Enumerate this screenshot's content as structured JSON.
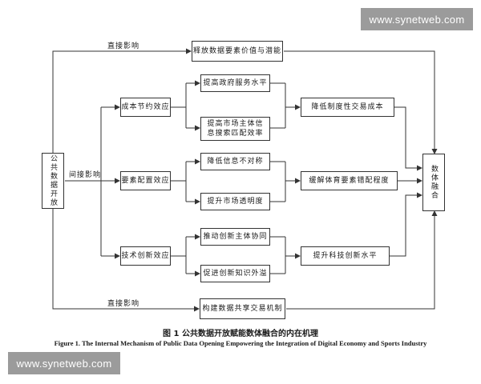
{
  "watermark_top": "www.synetweb.com",
  "watermark_bottom": "www.synetweb.com",
  "nodes": {
    "source": "公共数据开放",
    "target": "数体融合",
    "top_release": "释放数据要素价值与潜能",
    "bottom_build": "构建数据共享交易机制",
    "cost_effect": "成本节约效应",
    "alloc_effect": "要素配置效应",
    "tech_effect": "技术创新效应",
    "gov_service": "提高政府服务水平",
    "match_eff": "提高市场主体信息搜索匹配效率",
    "info_asym": "降低信息不对称",
    "transparency": "提升市场透明度",
    "innov_subject": "推动创新主体协同",
    "knowledge_spill": "促进创新知识外溢",
    "cost_reduce": "降低制度性交易成本",
    "mismatch": "缓解体育要素错配程度",
    "tech_level": "提升科技创新水平"
  },
  "edge_labels": {
    "direct_top": "直接影响",
    "indirect": "间接影响",
    "direct_bottom": "直接影响"
  },
  "caption": {
    "cn": "图 1   公共数据开放赋能数体融合的内在机理",
    "en": "Figure 1.    The Internal Mechanism of Public Data Opening Empowering the Integration of Digital Economy and Sports Industry"
  }
}
